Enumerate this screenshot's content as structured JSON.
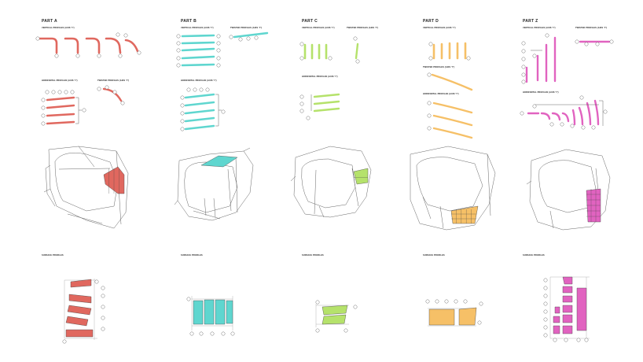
{
  "colors": {
    "part_a": "#e0685f",
    "part_b": "#5fd6cf",
    "part_c": "#b5e26b",
    "part_d": "#f6c067",
    "part_z": "#e163c0",
    "line": "#555555",
    "circle": "#777777"
  },
  "parts": [
    {
      "title": "PART A",
      "profiles": [
        "VERTICAL PROFILES (AXIS 'Y')",
        "HORIZONTAL PROFILES (AXIS 'Y')",
        "TWISTED PROFILES (AXIS 'Y')"
      ],
      "surface_title": "SURFACE PROFILES"
    },
    {
      "title": "PART B",
      "profiles": [
        "VERTICAL PROFILES (AXIS 'Y')",
        "HORIZONTAL PROFILES (AXIS 'Y')",
        "TWISTED PROFILES (AXIS 'Y')"
      ],
      "surface_title": "SURFACE PROFILES"
    },
    {
      "title": "PART C",
      "profiles": [
        "VERTICAL PROFILES (AXIS 'Y')",
        "HORIZONTAL PROFILES (AXIS 'Y')",
        "TWISTED PROFILES (AXIS 'Y')"
      ],
      "surface_title": "SURFACE PROFILES"
    },
    {
      "title": "PART D",
      "profiles": [
        "VERTICAL PROFILES (AXIS 'Y')",
        "TWISTED PROFILES (AXIS 'Y')",
        "HORIZONTAL PROFILES (AXIS 'Y')"
      ],
      "surface_title": "SURFACE PROFILES"
    },
    {
      "title": "PART Z",
      "profiles": [
        "VERTICAL PROFILES (AXIS 'Y')",
        "TWISTED PROFILES (AXIS 'Y')",
        "HORIZONTAL PROFILES (AXIS 'Y')"
      ],
      "surface_title": "SURFACE PROFILES"
    }
  ]
}
